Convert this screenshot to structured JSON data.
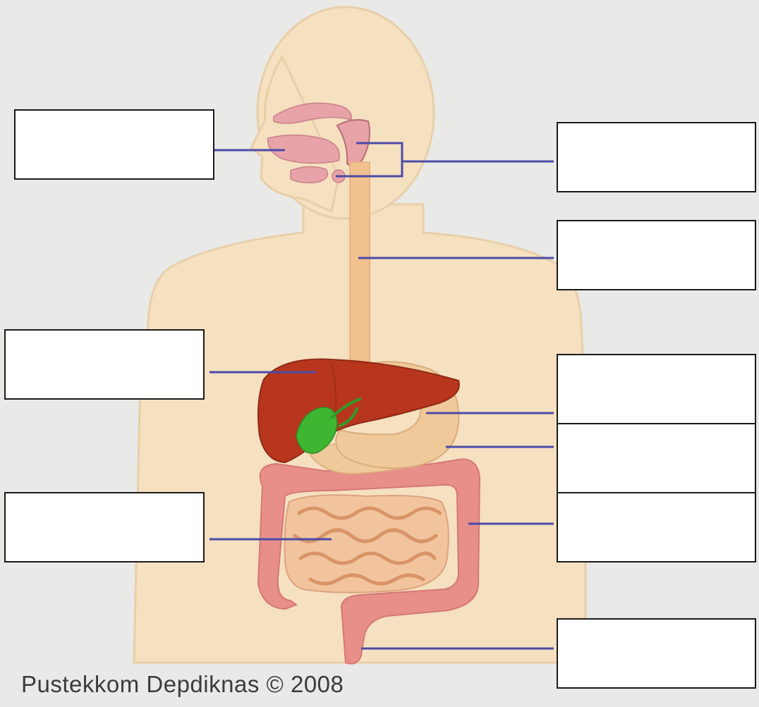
{
  "diagram": {
    "credit": "Pustekkom Depdiknas © 2008",
    "labels": [
      {
        "id": "mouth",
        "text": ""
      },
      {
        "id": "salivary-glands",
        "text": ""
      },
      {
        "id": "esophagus",
        "text": ""
      },
      {
        "id": "liver",
        "text": ""
      },
      {
        "id": "stomach",
        "text": ""
      },
      {
        "id": "pancreas",
        "text": ""
      },
      {
        "id": "small-intestine",
        "text": ""
      },
      {
        "id": "large-intestine",
        "text": ""
      },
      {
        "id": "rectum-anus",
        "text": ""
      }
    ]
  },
  "colors": {
    "background": "#e9e9e7",
    "body": "#f5e0c0",
    "body_outline": "#e7cfa8",
    "mouth_pink": "#e8a3a9",
    "esophagus": "#f1c18f",
    "liver": "#b8361d",
    "gallbladder": "#3fb631",
    "stomach": "#f0c99a",
    "small_intestine": "#f2c49e",
    "large_intestine": "#e98f8a",
    "leader_line": "#4a4aa8",
    "label_border": "#1a1a1a"
  }
}
